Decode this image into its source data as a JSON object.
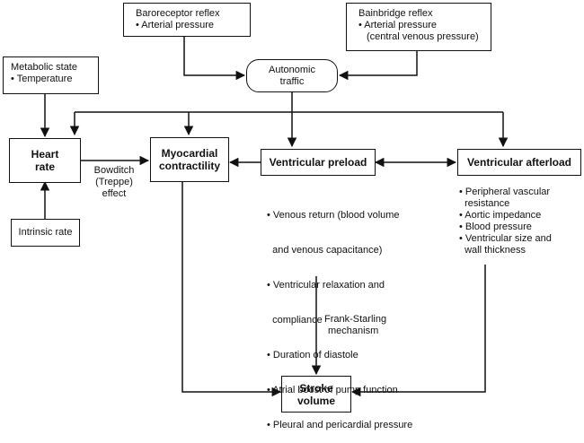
{
  "nodes": {
    "baroreceptor": {
      "line1": "Baroreceptor reflex",
      "line2": "• Arterial pressure"
    },
    "bainbridge": {
      "line1": "Bainbridge reflex",
      "line2": "• Arterial pressure",
      "line3": "(central venous pressure)"
    },
    "metabolic": {
      "line1": "Metabolic state",
      "line2": "• Temperature"
    },
    "autonomic": {
      "line1": "Autonomic",
      "line2": "traffic"
    },
    "heart_rate": {
      "line1": "Heart",
      "line2": "rate"
    },
    "contractility": {
      "line1": "Myocardial",
      "line2": "contractility"
    },
    "preload": {
      "label": "Ventricular preload"
    },
    "afterload": {
      "label": "Ventricular afterload"
    },
    "intrinsic": {
      "label": "Intrinsic rate"
    },
    "stroke_volume": {
      "line1": "Stroke",
      "line2": "volume"
    }
  },
  "annotations": {
    "bowditch": [
      "Bowditch",
      "(Treppe)",
      "effect"
    ],
    "frank_starling": [
      "Frank-Starling",
      "mechanism"
    ]
  },
  "preload_factors": [
    "• Venous return (blood volume",
    "  and venous capacitance)",
    "• Ventricular relaxation and",
    "  compliance",
    "• Duration of diastole",
    "• Atrial boost of pump function",
    "• Pleural and pericardial pressure"
  ],
  "afterload_factors": [
    "• Peripheral vascular",
    "  resistance",
    "• Aortic impedance",
    "• Blood pressure",
    "• Ventricular size and",
    "  wall thickness"
  ]
}
